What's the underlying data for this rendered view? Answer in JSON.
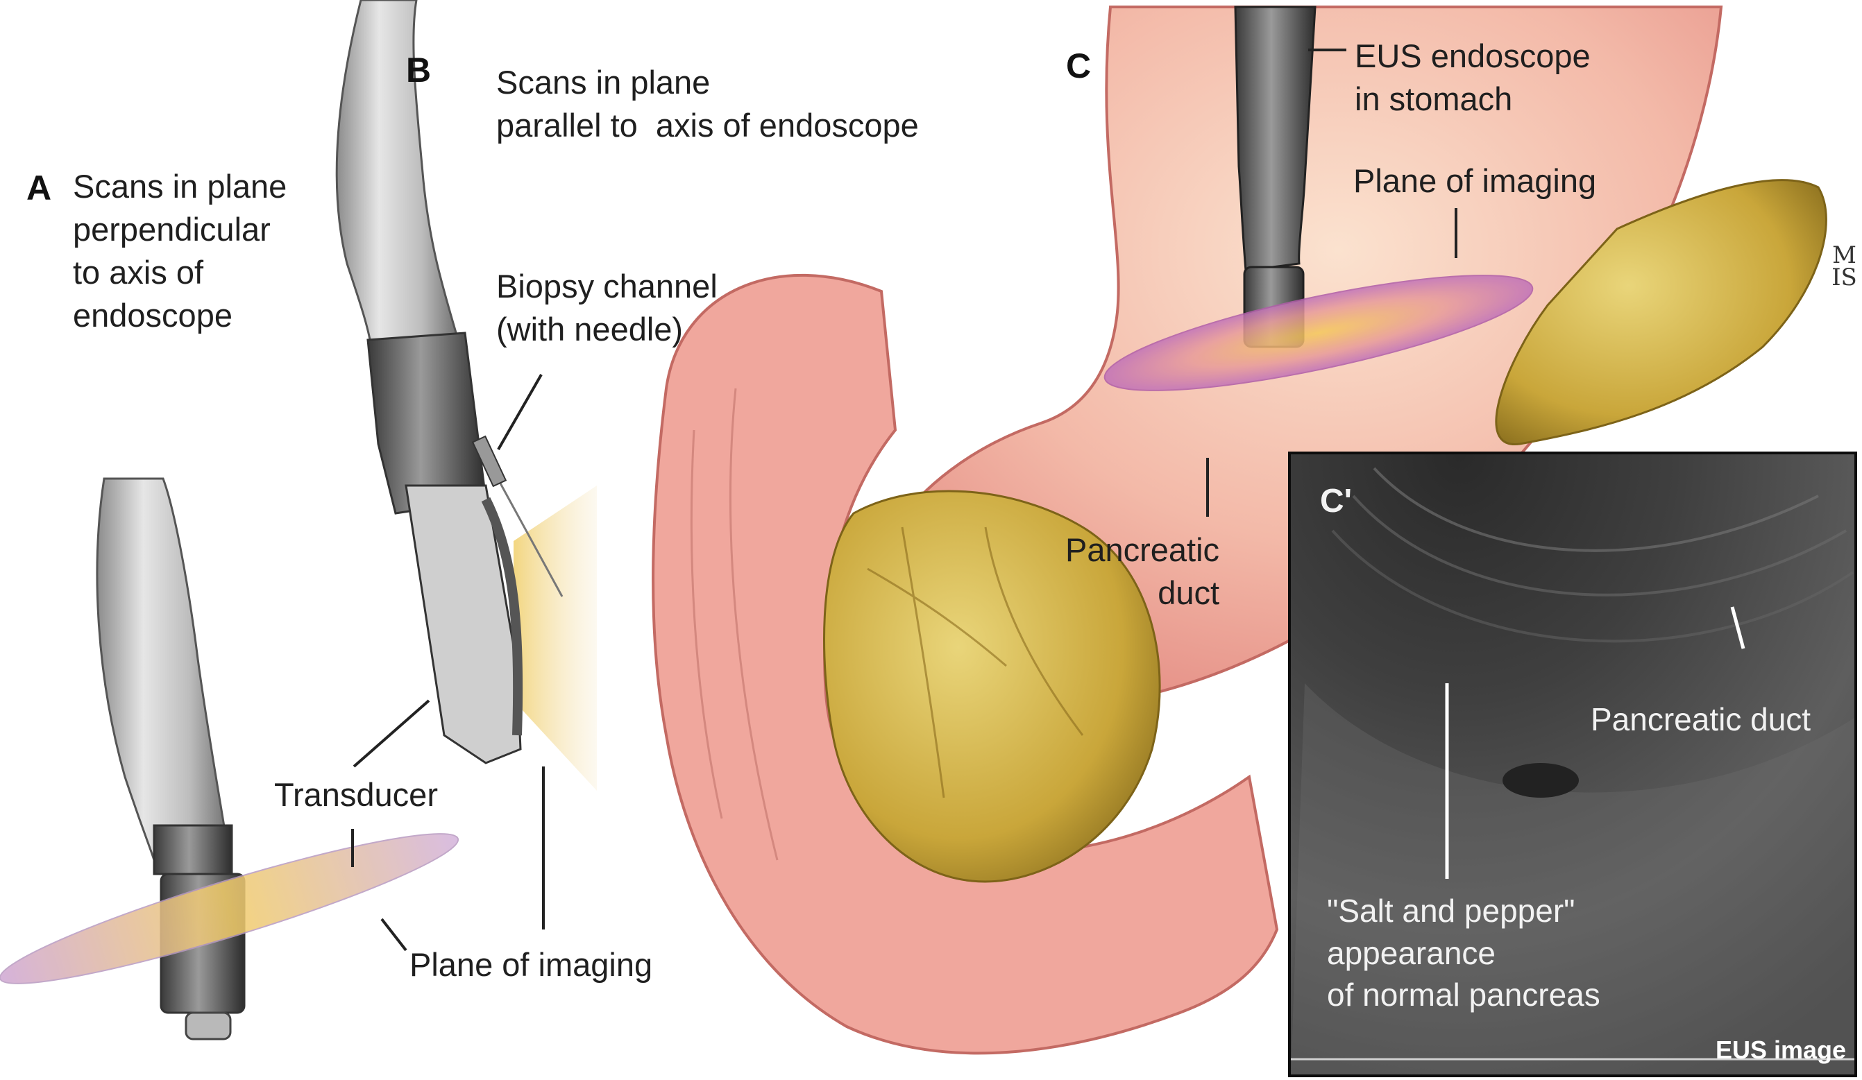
{
  "panels": {
    "a": {
      "letter": "A",
      "caption": "Scans in plane\nperpendicular\nto axis of\nendoscope"
    },
    "b": {
      "letter": "B",
      "caption": "Scans in plane\nparallel to  axis of endoscope",
      "biopsy_label": "Biopsy channel\n(with needle)",
      "transducer_label": "Transducer",
      "plane_label": "Plane of imaging"
    },
    "c": {
      "letter": "C",
      "endoscope_label": "EUS endoscope\nin stomach",
      "plane_label": "Plane of imaging",
      "duct_label": "Pancreatic\nduct"
    },
    "c_prime": {
      "letter": "C'",
      "duct_label": "Pancreatic duct",
      "pattern_label": "\"Salt and pepper\"\nappearance\nof normal pancreas",
      "footer_label": "EUS image"
    }
  },
  "signature": "M\nIS"
}
